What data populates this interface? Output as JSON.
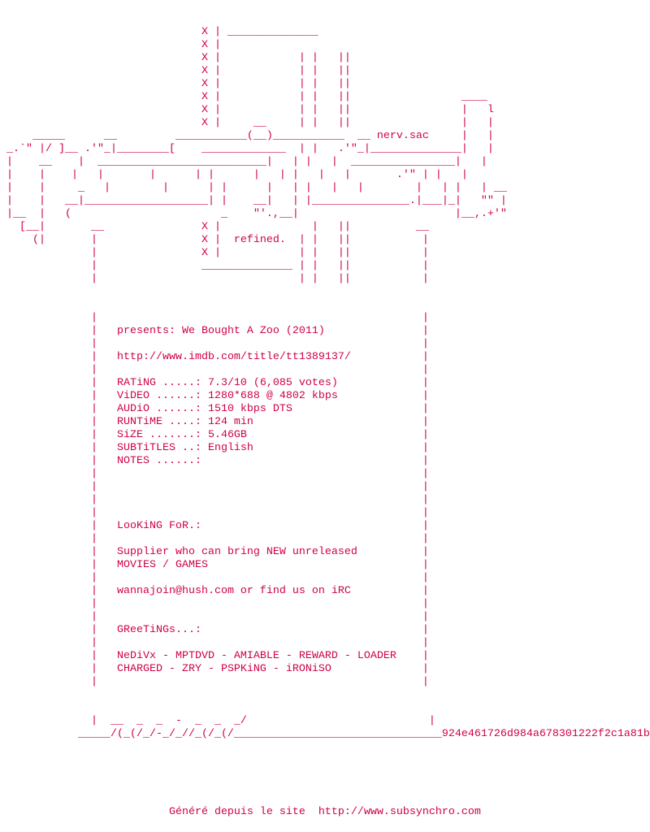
{
  "header_art": [
    "                               X | ______________",
    "                               X |",
    "                               X |            | |   ||",
    "                               X |            | |   ||",
    "                               X |            | |   ||",
    "                               X |            | |   ||                 ____",
    "                               X |            | |   ||                 |   l",
    "                               X |     __     | |   ||                 |   |",
    "     _____      __         ___________(__)___________  __ nerv.sac     |   |",
    " _.`\" |/ ]__ .'\"_|________[    _____________  | |   .'\"_|______________|   |",
    " |    __    |  __________________________|   | |   |  ________________|   |",
    " |    |    |   |       |      | |      |   | |   |   |       .'\" | |   |",
    " |    |     _   |        |      | |      |   | |   |   |        |   | |   | __",
    " |    |   __|___________________| |    __|   | |_______________.|___|_|   \"\" |",
    " |__  |   (                       _    \"'.,__|                        |__,.+'\"",
    "   [__|       __               X |              |   ||          __",
    "     (|       |                X |  refined.  | |   ||           |",
    "              |                X |            | |   ||           |",
    "              |                ______________ | |   ||           |",
    "              |                               | |   ||           |"
  ],
  "group_tag": "nerv.sac",
  "sub_tag": "refined.",
  "frame": {
    "indent": 14,
    "left": "|",
    "right": "|",
    "text_col": 18,
    "right_col": 65
  },
  "info_box": {
    "lines": [
      "",
      "presents: We Bought A Zoo (2011)",
      "",
      "http://www.imdb.com/title/tt1389137/",
      "",
      "RATiNG .....: 7.3/10 (6,085 votes)",
      "ViDEO ......: 1280*688 @ 4802 kbps",
      "AUDiO ......: 1510 kbps DTS",
      "RUNTiME ....: 124 min",
      "SiZE .......: 5.46GB",
      "SUBTiTLES ..: English",
      "NOTES ......:",
      "",
      "",
      "",
      "",
      "LooKiNG FoR.:",
      "",
      "Supplier who can bring NEW unreleased",
      "MOVIES / GAMES",
      "",
      "wannajoin@hush.com or find us on iRC",
      "",
      "",
      "GReeTiNGs...:",
      "",
      "NeDiVx - MPTDVD - AMIABLE - REWARD - LOADER",
      "CHARGED - ZRY - PSPKiNG - iRONiSO",
      ""
    ]
  },
  "footer_art": [
    "              |  __  _  _  -  _  _  _/                            |",
    "            _____/(_(/_/-_/_//_(/_(/________________________________"
  ],
  "hash": "924e461726d984a678301222f2c1a81b",
  "generated_by": "                          Généré depuis le site  http://www.subsynchro.com",
  "colors": {
    "text": "#cf0049",
    "background": "#ffffff"
  }
}
